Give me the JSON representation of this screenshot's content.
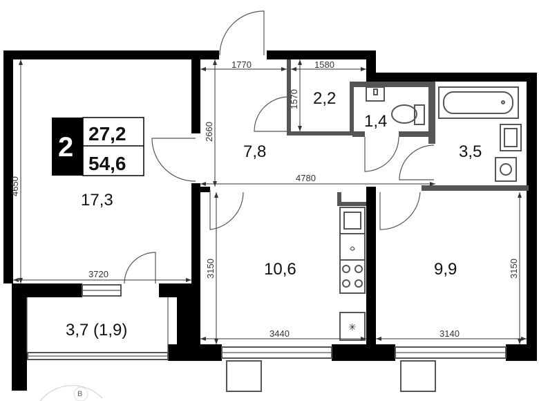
{
  "summary": {
    "rooms": "2",
    "living_area": "27,2",
    "total_area": "54,6"
  },
  "areas": {
    "room_left": "17,3",
    "hall": "7,8",
    "storage": "2,2",
    "wc": "1,4",
    "bath": "3,5",
    "kitchen": "10,6",
    "room_right": "9,9",
    "balcony": "3,7 (1,9)"
  },
  "dimensions": {
    "room_left_height": "4650",
    "room_left_width": "3720",
    "hall_width_top": "1770",
    "hall_height": "2660",
    "storage_width": "1580",
    "storage_height": "1570",
    "corridor_length": "4780",
    "kitchen_height": "3150",
    "kitchen_width": "3440",
    "room_right_width": "3140",
    "room_right_height": "3150"
  },
  "compass": {
    "label": "В"
  }
}
